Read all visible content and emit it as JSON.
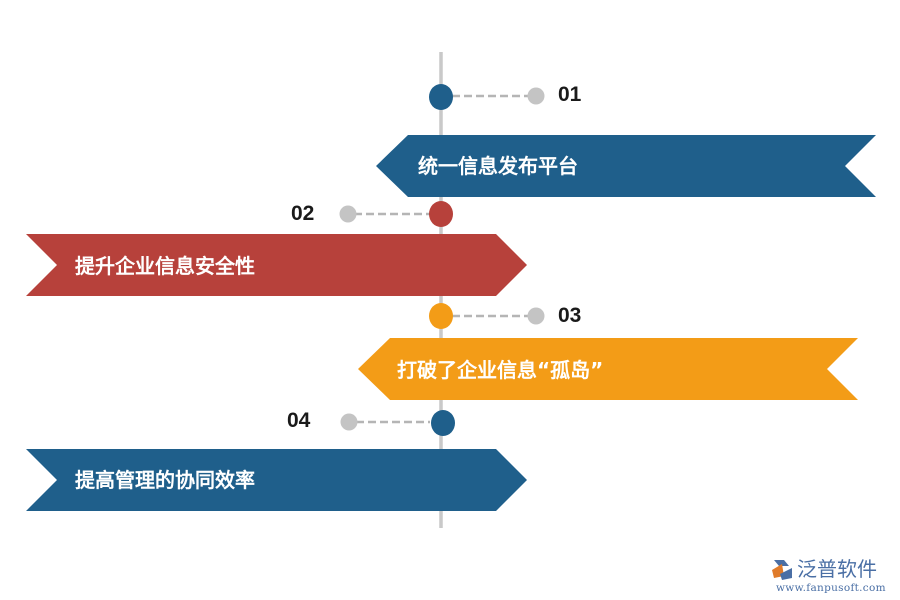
{
  "steps": [
    {
      "number": "01",
      "label": "统一信息发布平台",
      "color": "#1f5f8b"
    },
    {
      "number": "02",
      "label": "提升企业信息安全性",
      "color": "#b7413b"
    },
    {
      "number": "03",
      "label": "打破了企业信息“孤岛”",
      "color": "#f39c17"
    },
    {
      "number": "04",
      "label": "提高管理的协同效率",
      "color": "#1f5f8b"
    }
  ],
  "connector_dot_color": "#c4c4c4",
  "timeline_color": "#c9c9c9",
  "logo": {
    "name": "泛普软件",
    "url": "www.fanpusoft.com",
    "color": "#4a6fa5"
  }
}
